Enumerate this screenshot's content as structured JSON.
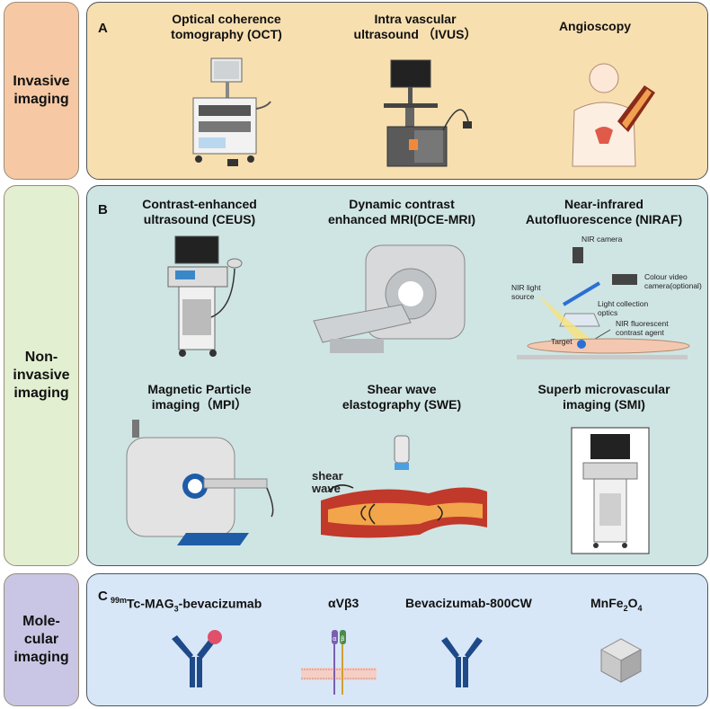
{
  "sections": {
    "invasive": {
      "label": "Invasive\nimaging",
      "bg": "#f6c9a4",
      "panel_bg": "#f7dfb0"
    },
    "noninvasive": {
      "label": "Non-\ninvasive\nimaging",
      "bg": "#e2efd0",
      "panel_bg": "#cfe5e3"
    },
    "molecular": {
      "label": "Mole-\ncular\nimaging",
      "bg": "#c8c6e4",
      "panel_bg": "#d8e7f7"
    }
  },
  "panel_a": {
    "letter": "A",
    "oct": "Optical coherence\ntomography (OCT)",
    "ivus": "Intra vascular\nultrasound （IVUS）",
    "angio": "Angioscopy"
  },
  "panel_b": {
    "letter": "B",
    "ceus": "Contrast-enhanced\nultrasound (CEUS)",
    "dce": "Dynamic contrast\nenhanced MRI(DCE-MRI)",
    "niraf": "Near-infrared\nAutofluorescence (NIRAF)",
    "mpi": "Magnetic Particle\nimaging（MPI）",
    "swe": "Shear wave\nelastography (SWE)",
    "smi": "Superb microvascular\nimaging (SMI)",
    "niraf_labels": {
      "nir_camera": "NIR camera",
      "colour_camera": "Colour video\ncamera(optional)",
      "nir_source": "NIR light\nsource",
      "light_optics": "Light collection\noptics",
      "contrast": "NIR fluorescent\ncontrast agent",
      "target": "Target"
    },
    "shear_wave": "shear\nwave"
  },
  "panel_c": {
    "letter": "C",
    "tc_sup": "99m",
    "tc_main": "Tc-MAG",
    "tc_sub": "3",
    "tc_end": "-bevacizumab",
    "integrin": "αVβ3",
    "integrin_alpha": "α",
    "integrin_beta": "β",
    "beva": "Bevacizumab-800CW",
    "mnfe_a": "MnFe",
    "mnfe_sub1": "2",
    "mnfe_b": "O",
    "mnfe_sub2": "4"
  }
}
